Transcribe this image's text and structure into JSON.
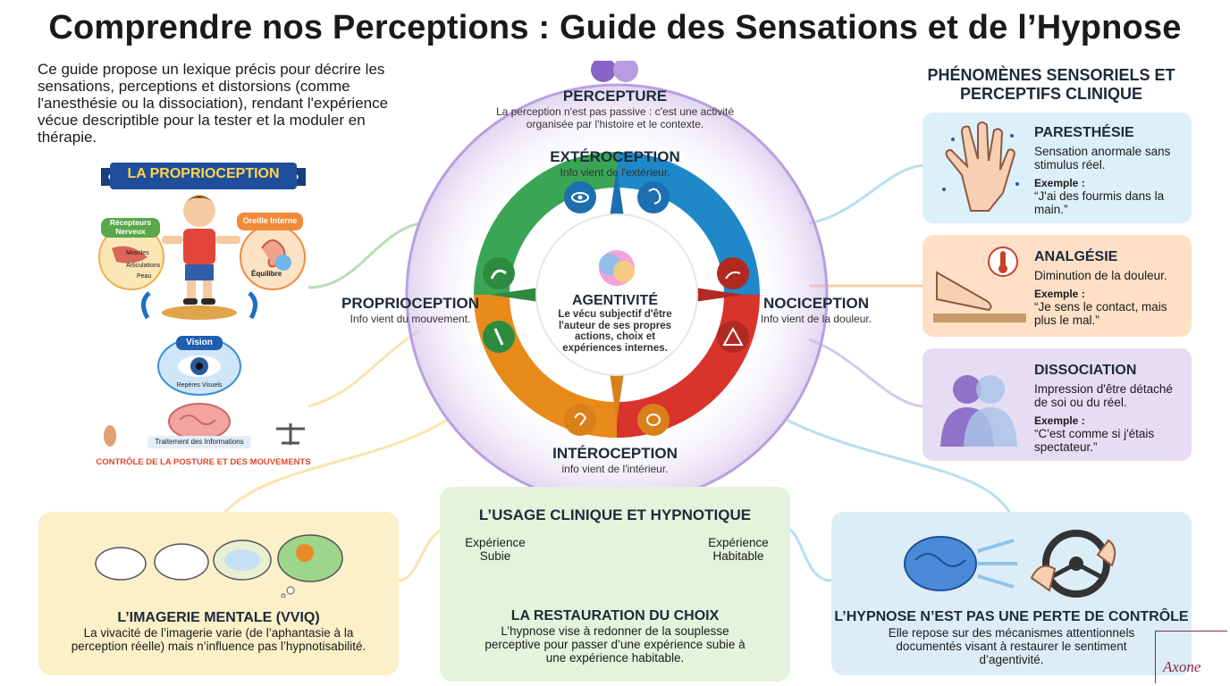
{
  "title": "Comprendre nos Perceptions : Guide des Sensations et de l’Hypnose",
  "intro": "Ce guide propose un lexique précis pour décrire les sensations, perceptions et distorsions (comme l'anesthésie ou la dissociation), rendant l'expérience vécue descriptible pour la tester et la moduler en thérapie.",
  "proprio_panel": {
    "banner": "LA PROPRIOCEPTION",
    "receptors": "Récepteurs Nerveux",
    "muscles": "Muscles",
    "articulations": "Articulations",
    "peau": "Peau",
    "inner_ear": "Oreille Interne",
    "equilibre": "Équilibre",
    "vision": "Vision",
    "visual_cues": "Repères Visuels",
    "processing": "Traitement des Informations",
    "footer": "CONTRÔLE DE LA POSTURE ET DES MOUVEMENTS"
  },
  "center": {
    "percepture_title": "PERCEPTURE",
    "percepture_text": "La perception n'est pas passive : c'est une activité organisée par l'histoire et le contexte.",
    "extero_title": "EXTÉROCEPTION",
    "extero_text": "Info vient de l'extérieur.",
    "proprio_title": "PROPRIOCEPTION",
    "proprio_text": "Info vient du mouvement.",
    "noci_title": "NOCICEPTION",
    "noci_text": "Info vient de la douleur.",
    "intero_title": "INTÉROCEPTION",
    "intero_text": "info vient de l'intérieur.",
    "agent_title": "AGENTIVITÉ",
    "agent_text": "Le vécu subjectif d'être l'auteur de ses propres actions, choix et expériences internes."
  },
  "right": {
    "header": "PHÉNOMÈNES SENSORIELS ET PERCEPTIFS CLINIQUE",
    "cards": [
      {
        "title": "PARESTHÉSIE",
        "desc": "Sensation anormale sans stimulus réel.",
        "example_label": "Exemple :",
        "example": "“J'ai des fourmis dans la main.”"
      },
      {
        "title": "ANALGÉSIE",
        "desc": "Diminution de la douleur.",
        "example_label": "Exemple :",
        "example": "“Je sens le contact, mais plus le mal.”"
      },
      {
        "title": "DISSOCIATION",
        "desc": "Impression d'être détaché de soi ou du réel.",
        "example_label": "Exemple :",
        "example": "“C'est comme si j'étais spectateur.”"
      }
    ]
  },
  "bottom": {
    "imagery_title": "L’IMAGERIE MENTALE (VVIQ)",
    "imagery_text": "La vivacité de l’imagerie varie (de l’aphantasie à la perception réelle) mais n’influence pas l’hypnotisabilité.",
    "usage_title": "L’USAGE CLINIQUE ET HYPNOTIQUE",
    "exp_subie": "Expérience Subie",
    "exp_habitable": "Expérience Habitable",
    "restore_title": "LA RESTAURATION DU CHOIX",
    "restore_text": "L’hypnose vise à redonner de la souplesse perceptive pour passer d’une expérience subie à une expérience habitable.",
    "hypnose_title": "L’HYPNOSE N’EST PAS UNE PERTE DE CONTRÔLE",
    "hypnose_text": "Elle repose sur des mécanismes attentionnels documentés visant à restaurer le sentiment d’agentivité."
  },
  "logo": "Axone",
  "colors": {
    "green": "#3aa655",
    "blue": "#1e88c8",
    "red": "#d9342b",
    "orange": "#e88a1a",
    "purple": "#8a63c9",
    "navy": "#1c2a3a",
    "yellow_panel": "#fbf0c8",
    "green_panel": "#e4f3dc",
    "blue_panel": "#dcedf7"
  }
}
